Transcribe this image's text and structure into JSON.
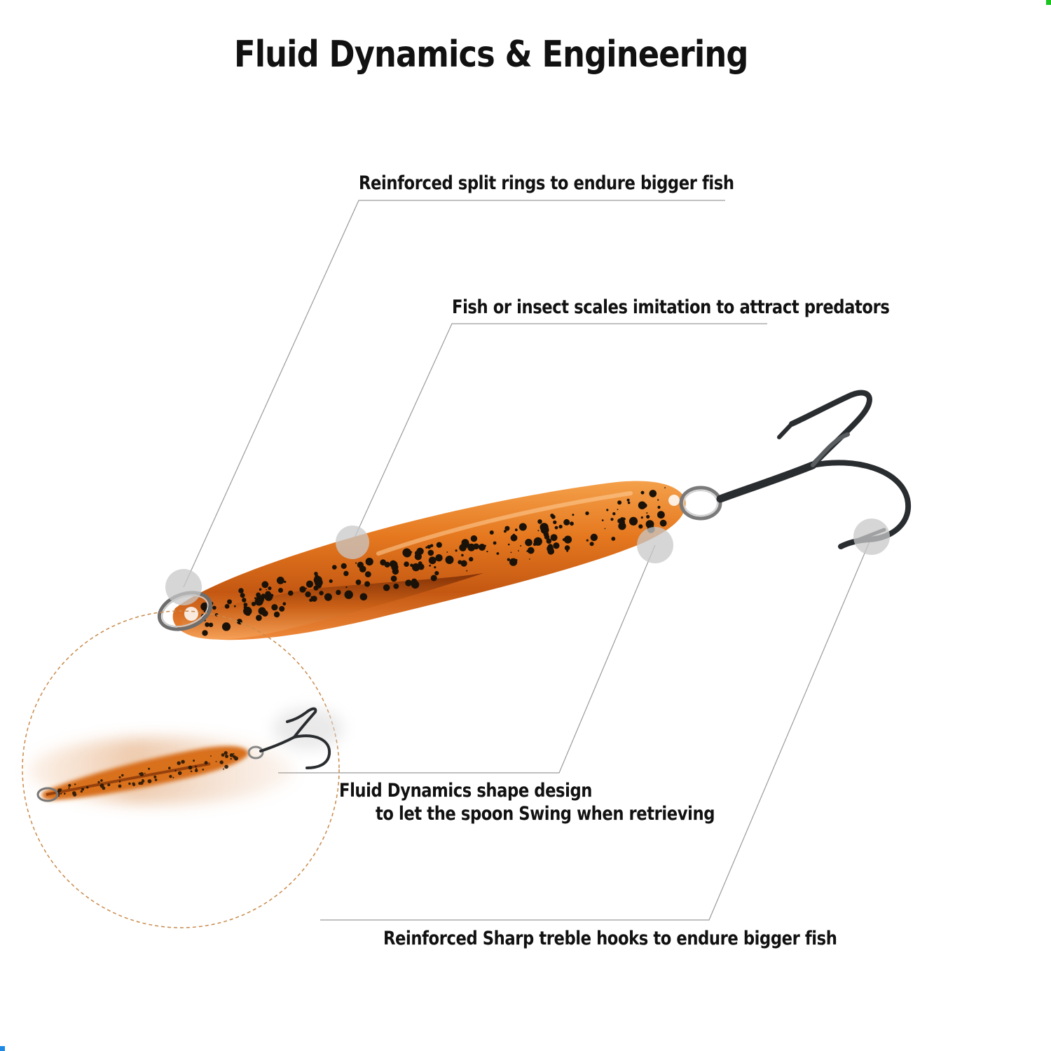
{
  "title": "Fluid Dynamics & Engineering",
  "callouts": {
    "split_rings": "Reinforced split rings to endure bigger fish",
    "scales": "Fish or insect scales imitation to attract predators",
    "shape_line1": "Fluid Dynamics shape design",
    "shape_line2": "to let the spoon Swing when retrieving",
    "hooks": "Reinforced Sharp treble hooks to endure bigger fish"
  },
  "colors": {
    "lure_orange": "#e0701e",
    "lure_dark": "#8a3508",
    "speckles": "#1a1208",
    "hook_metal": "#2a2d30",
    "leader_lines": "#9a9a9a",
    "dashed_circle": "#c98a4a",
    "marker_dot": "#c8c8c8"
  },
  "icons": {
    "main_product": "fishing-spoon-lure",
    "inset_product": "fishing-spoon-lure-motion"
  }
}
